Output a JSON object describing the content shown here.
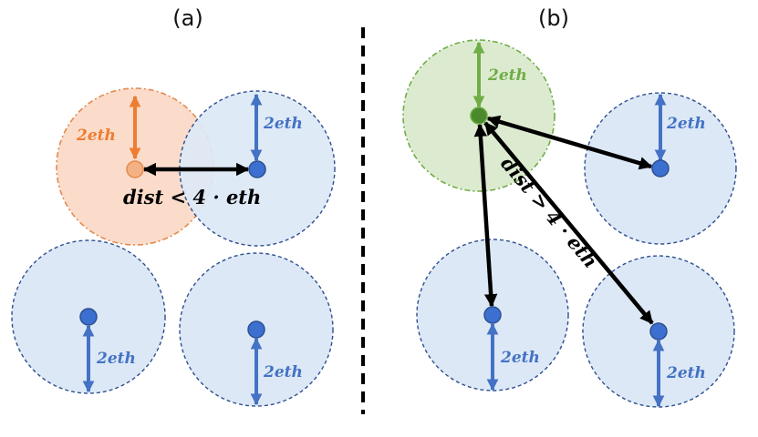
{
  "panels": {
    "a": {
      "label": "(a)"
    },
    "b": {
      "label": "(b)"
    }
  },
  "radius_label": "2eth",
  "distance_labels": {
    "a": "dist < 4 · eth",
    "b": "dist > 4 · eth"
  },
  "colors": {
    "blue_fill": "#dce8f6",
    "blue_stroke": "#2f4f8f",
    "blue_dot": "#3b6fd0",
    "blue_arrow": "#4472c4",
    "orange_fill": "#fbdccb",
    "orange_stroke": "#e38a4e",
    "orange_dot": "#f4b183",
    "orange_arrow": "#ed7d31",
    "green_fill": "#dcebd0",
    "green_stroke": "#70ad47",
    "green_dot": "#4a8a2c",
    "green_arrow": "#70ad47",
    "black": "#000000"
  }
}
